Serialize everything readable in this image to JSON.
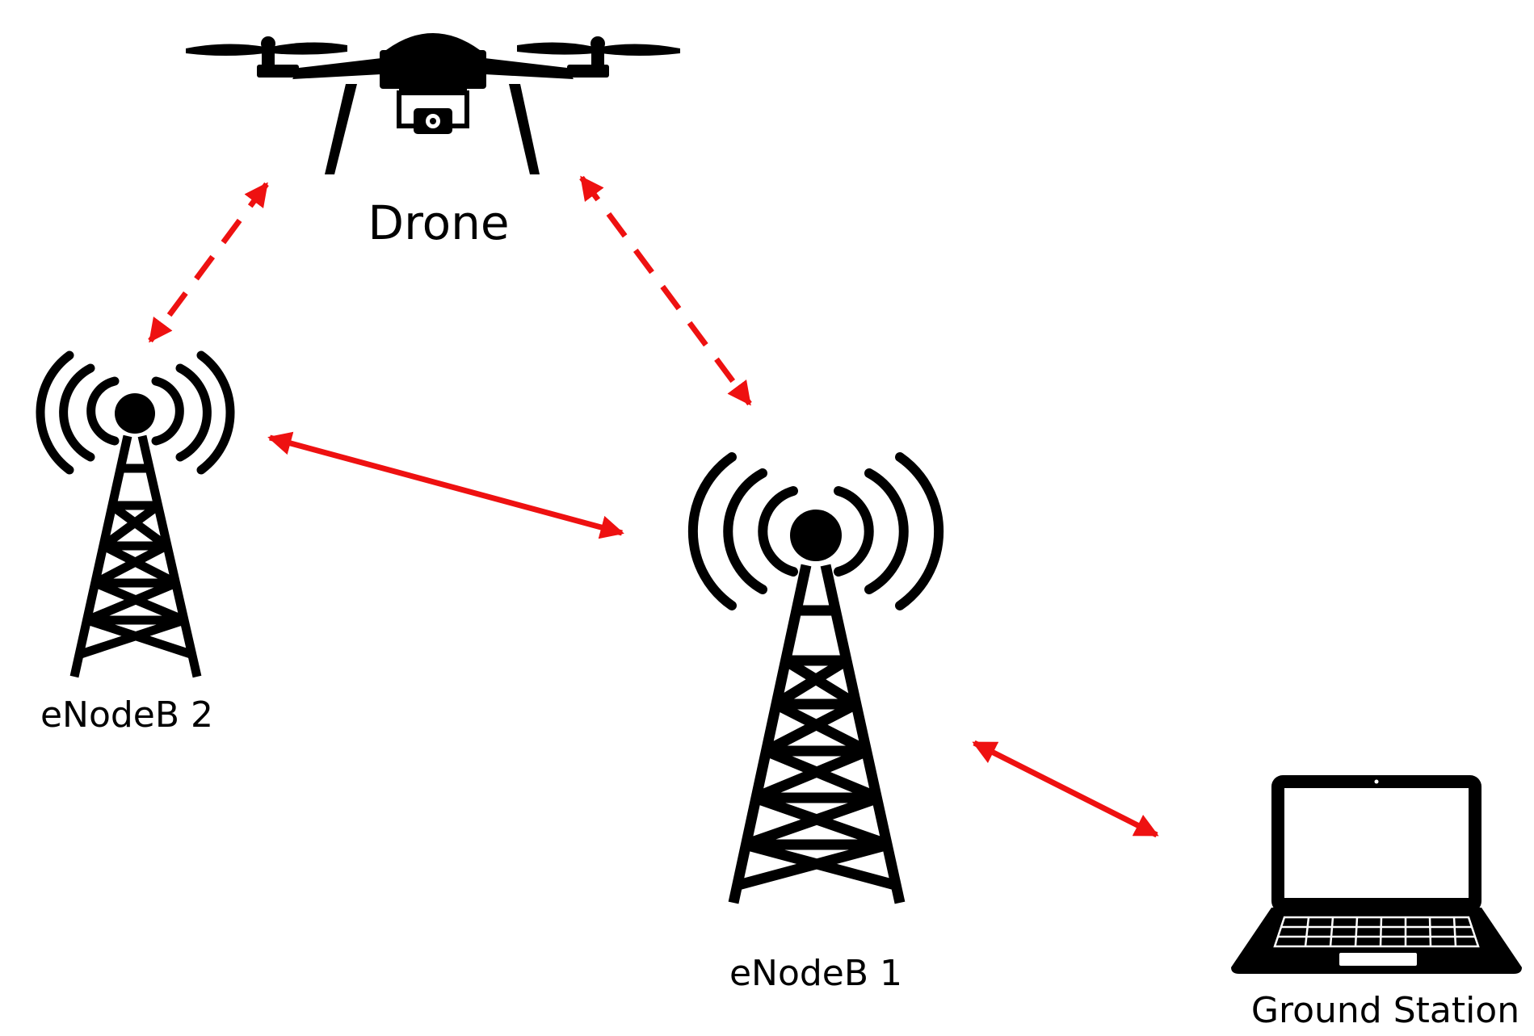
{
  "nodes": {
    "drone": {
      "label": "Drone",
      "icon": "drone-icon"
    },
    "enodeb2": {
      "label": "eNodeB 2",
      "icon": "cell-tower-icon"
    },
    "enodeb1": {
      "label": "eNodeB 1",
      "icon": "cell-tower-icon"
    },
    "ground_station": {
      "label": "Ground Station",
      "icon": "laptop-icon"
    }
  },
  "links": [
    {
      "from": "drone",
      "to": "enodeb2",
      "style": "dashed",
      "direction": "bidirectional"
    },
    {
      "from": "drone",
      "to": "enodeb1",
      "style": "dashed",
      "direction": "bidirectional"
    },
    {
      "from": "enodeb2",
      "to": "enodeb1",
      "style": "solid",
      "direction": "bidirectional"
    },
    {
      "from": "enodeb1",
      "to": "ground_station",
      "style": "solid",
      "direction": "bidirectional"
    }
  ],
  "colors": {
    "link": "#ee1111",
    "icon": "#000000",
    "background": "#ffffff"
  }
}
